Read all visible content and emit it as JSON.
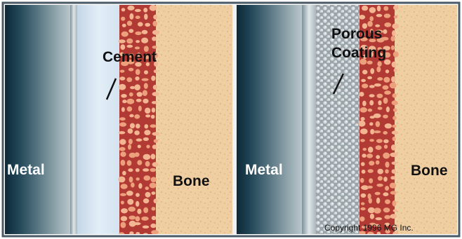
{
  "left_panel": {
    "labels": {
      "metal": "Metal",
      "cement": "Cement",
      "bone": "Bone"
    }
  },
  "right_panel": {
    "labels": {
      "metal": "Metal",
      "porous_line_1": "Porous",
      "porous_line_2": "Coating",
      "bone": "Bone"
    },
    "copyright": "Copyright 1996 MG Inc."
  },
  "colors": {
    "frame": "#4a5a66",
    "divider": "#eef2f5",
    "metal_dark": "#10303f",
    "metal_light": "#b9c6cc",
    "cement": "#d7e6f2",
    "bone_base": "#f0d0a4",
    "bone_speck": "#d9ad7c",
    "trabecular": "#a5262b",
    "marrow": "#e89a78",
    "porous_bead": "#c5ccd0"
  }
}
